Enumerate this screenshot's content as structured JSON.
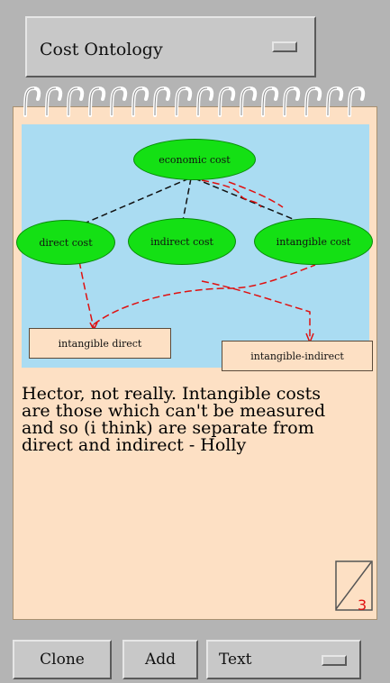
{
  "header": {
    "title": "Cost Ontology"
  },
  "diagram": {
    "nodes": [
      {
        "id": "economic-cost",
        "label": "economic cost",
        "shape": "ellipse"
      },
      {
        "id": "direct-cost",
        "label": "direct cost",
        "shape": "ellipse"
      },
      {
        "id": "indirect-cost",
        "label": "indirect cost",
        "shape": "ellipse"
      },
      {
        "id": "intangible-cost",
        "label": "intangible cost",
        "shape": "ellipse"
      },
      {
        "id": "intangible-direct",
        "label": "intangible direct",
        "shape": "box"
      },
      {
        "id": "intangible-indirect",
        "label": "intangible-indirect",
        "shape": "box"
      }
    ]
  },
  "note": {
    "lines": [
      "Hector, not really. Intangible costs",
      "are those which can't be measured",
      "and so (i think) are separate from",
      "direct and indirect - Holly"
    ],
    "page_number": "3"
  },
  "footer": {
    "clone_label": "Clone",
    "add_label": "Add",
    "type_menu_label": "Text"
  },
  "colors": {
    "paper": "#fde0c4",
    "diagram_bg": "#aadcf2",
    "node_fill": "#14e014",
    "link_red": "#e01010"
  }
}
